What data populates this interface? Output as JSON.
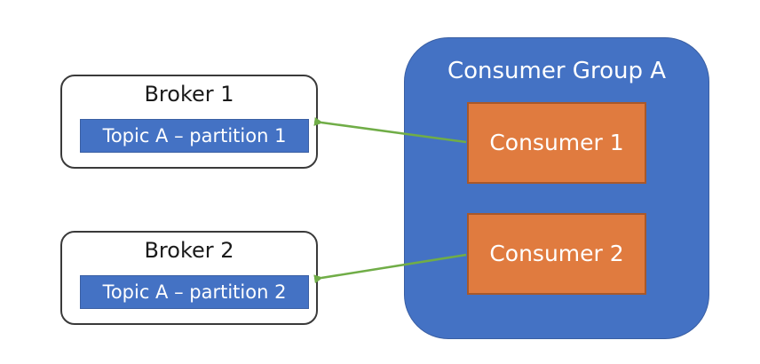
{
  "brokers": [
    {
      "title": "Broker 1",
      "partition": "Topic A – partition 1"
    },
    {
      "title": "Broker 2",
      "partition": "Topic A – partition 2"
    }
  ],
  "consumer_group": {
    "title": "Consumer Group A",
    "consumers": [
      {
        "label": "Consumer 1"
      },
      {
        "label": "Consumer 2"
      }
    ]
  },
  "colors": {
    "group_fill": "#4472c4",
    "partition_fill": "#4472c4",
    "consumer_fill": "#e07b3f",
    "arrow": "#70ad47"
  }
}
